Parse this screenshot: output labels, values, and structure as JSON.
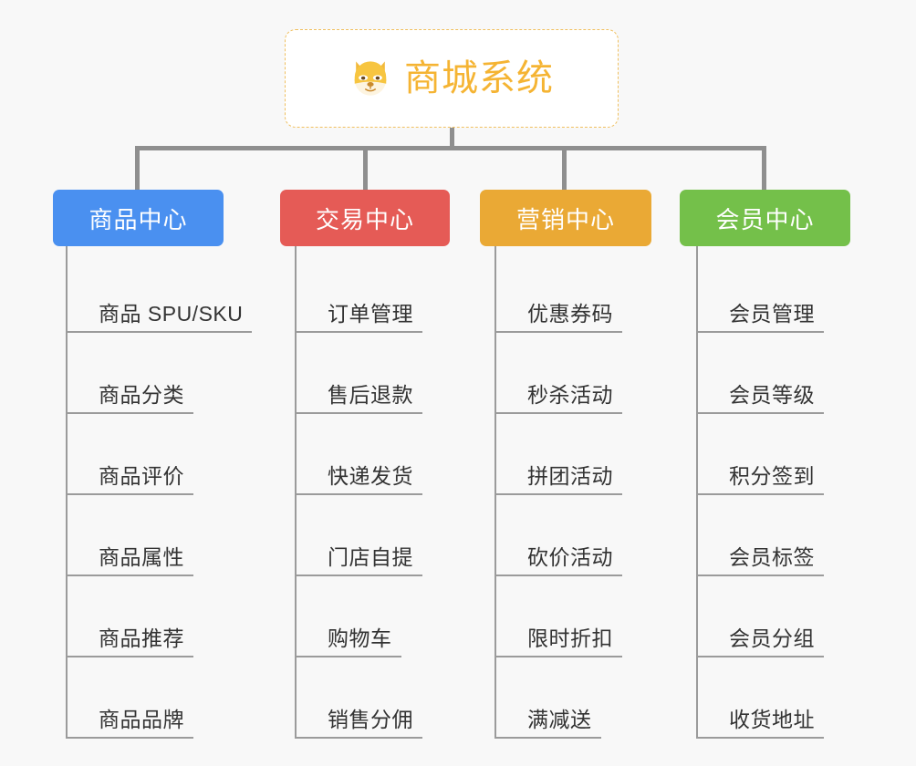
{
  "root": {
    "title": "商城系统",
    "icon": "dog-face-icon",
    "border_color": "#f0c060",
    "text_color": "#f5b433",
    "background": "#ffffff"
  },
  "canvas": {
    "background": "#f8f8f8",
    "connector_color": "#8f8f8f"
  },
  "branches": [
    {
      "title": "商品中心",
      "color": "#4a90f0",
      "items": [
        "商品 SPU/SKU",
        "商品分类",
        "商品评价",
        "商品属性",
        "商品推荐",
        "商品品牌"
      ]
    },
    {
      "title": "交易中心",
      "color": "#e55b56",
      "items": [
        "订单管理",
        "售后退款",
        "快递发货",
        "门店自提",
        "购物车",
        "销售分佣"
      ]
    },
    {
      "title": "营销中心",
      "color": "#eaa935",
      "items": [
        "优惠券码",
        "秒杀活动",
        "拼团活动",
        "砍价活动",
        "限时折扣",
        "满减送"
      ]
    },
    {
      "title": "会员中心",
      "color": "#74c04a",
      "items": [
        "会员管理",
        "会员等级",
        "积分签到",
        "会员标签",
        "会员分组",
        "收货地址"
      ]
    }
  ]
}
